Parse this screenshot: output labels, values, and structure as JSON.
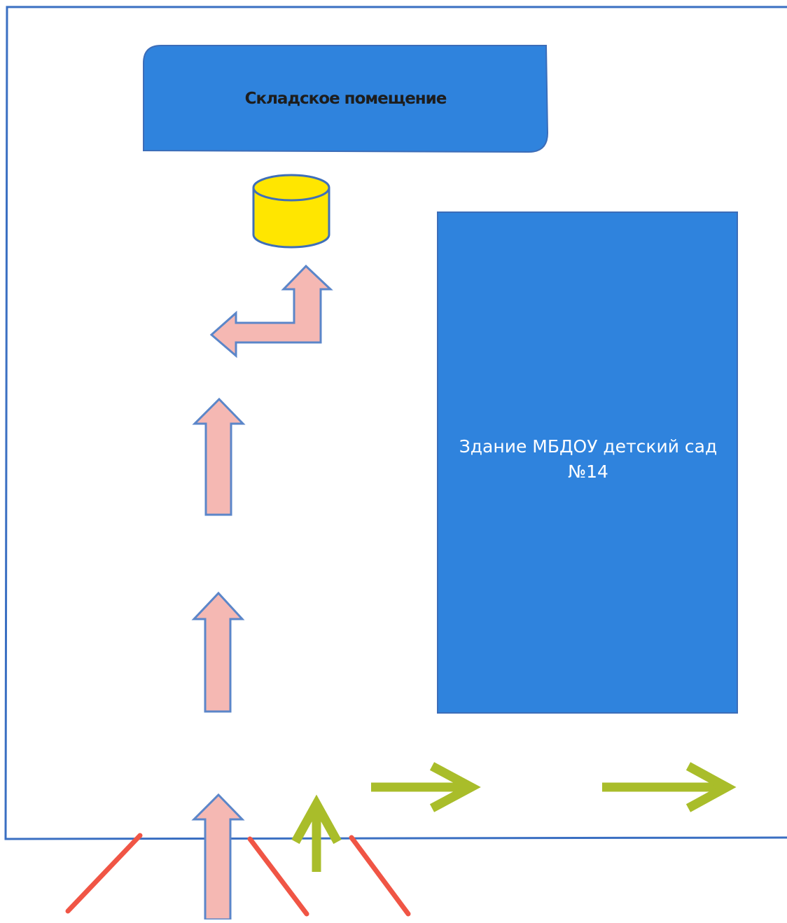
{
  "storage": {
    "label": "Складское помещение"
  },
  "building": {
    "label_line1": "Здание МБДОУ детский сад",
    "label_line2": "№14"
  },
  "colors": {
    "territory_border": "#3a6fc2",
    "block_fill": "#2f83dd",
    "block_stroke": "#3c6db8",
    "storage_text": "#1d1d1d",
    "building_text": "#ffffff",
    "container_fill": "#ffe600",
    "container_stroke": "#3f6fb8",
    "vehicle_arrow_fill": "#f5b8b3",
    "vehicle_arrow_stroke": "#5b86c9",
    "pedestrian_arrow": "#a9bd2a",
    "barrier_line": "#f05545"
  },
  "icons": {
    "container": "trash-container-icon",
    "vehicle_route": "vehicle-route-arrow",
    "pedestrian_route": "pedestrian-route-arrow",
    "barrier": "barrier-line"
  }
}
